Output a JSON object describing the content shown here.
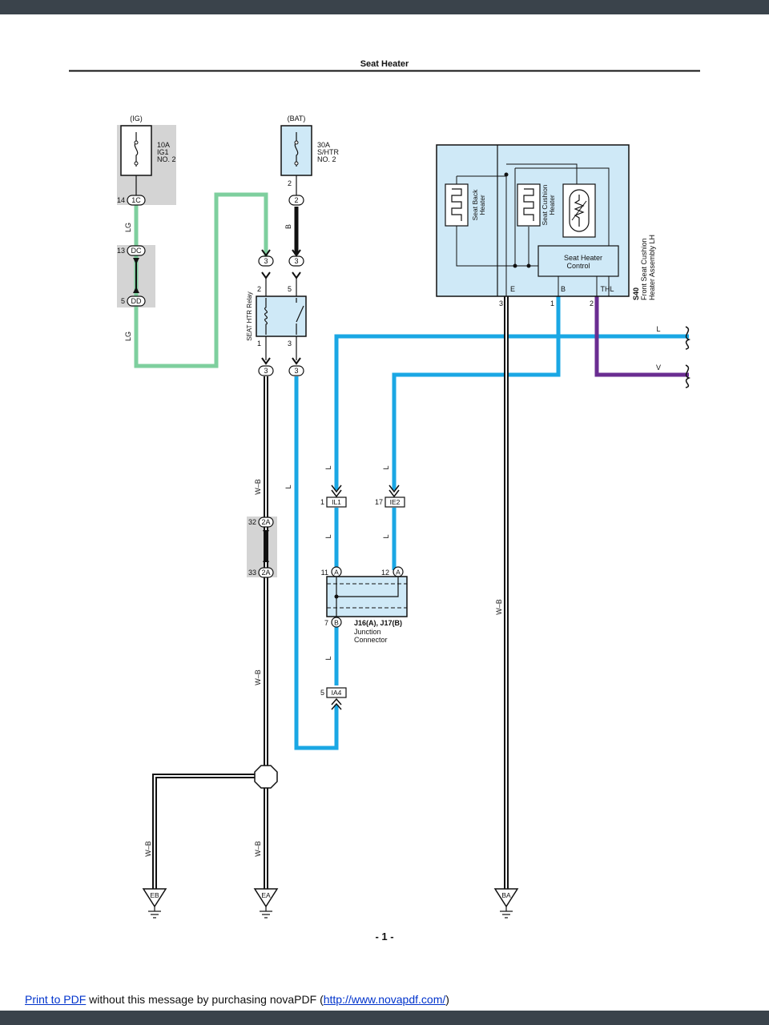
{
  "header": {
    "title": "Seat Heater"
  },
  "footer": {
    "link1": "Print to PDF",
    "middle": " without this message by purchasing novaPDF (",
    "link2": "http://www.novapdf.com/",
    "end": ")"
  },
  "page_number": "- 1 -",
  "fuses": {
    "ig": {
      "source": "(IG)",
      "rating": "10A",
      "name1": "IG1",
      "name2": "NO. 2"
    },
    "bat": {
      "source": "(BAT)",
      "rating": "30A",
      "name1": "S/HTR",
      "name2": "NO. 2"
    }
  },
  "relay": {
    "name": "SEAT HTR Relay",
    "pins": [
      "2",
      "5",
      "1",
      "3"
    ]
  },
  "connectors": {
    "c1c": {
      "pin": "14",
      "label": "1C"
    },
    "cdc": {
      "pin": "13",
      "label": "DC"
    },
    "cdd": {
      "pin": "5",
      "label": "DD"
    },
    "fuse_bat_pin": "2",
    "bat_in": {
      "label": "2"
    },
    "relay_top_left": {
      "label": "3"
    },
    "relay_top_right": {
      "label": "3"
    },
    "relay_bot_left": {
      "label": "3"
    },
    "relay_bot_right": {
      "label": "3"
    },
    "c2a_top": {
      "pin": "32",
      "label": "2A"
    },
    "c2a_bot": {
      "pin": "33",
      "label": "2A"
    },
    "il1": {
      "pin": "1",
      "label": "IL1"
    },
    "ie2": {
      "pin": "17",
      "label": "IE2"
    },
    "ja11": {
      "pin": "11",
      "label": "A"
    },
    "ja12": {
      "pin": "12",
      "label": "A"
    },
    "jb7": {
      "pin": "7",
      "label": "B"
    },
    "ia4": {
      "pin": "5",
      "label": "IA4"
    }
  },
  "junction": {
    "name": "J16(A), J17(B)",
    "desc1": "Junction",
    "desc2": "Connector"
  },
  "assembly": {
    "code": "S40",
    "name1": "Front Seat Cushion",
    "name2": "Heater Assembly LH",
    "back_heater1": "Seat Back",
    "back_heater2": "Heater",
    "cushion_heater1": "Seat Cushion",
    "cushion_heater2": "Heater",
    "control1": "Seat Heater",
    "control2": "Control",
    "term_e": "E",
    "term_b": "B",
    "term_thl": "THL",
    "pin_e": "3",
    "pin_b": "1",
    "pin_thl": "2"
  },
  "wires": {
    "lg": "LG",
    "b": "B",
    "wb": "W–B",
    "l": "L",
    "v": "V"
  },
  "grounds": {
    "eb": "EB",
    "ea": "EA",
    "ba": "BA"
  },
  "colors": {
    "lg": "#7ecf9e",
    "l": "#1aa7e4",
    "v": "#6a2d91",
    "b": "#111111",
    "box": "#cfe9f7",
    "gray": "#d4d4d4"
  }
}
